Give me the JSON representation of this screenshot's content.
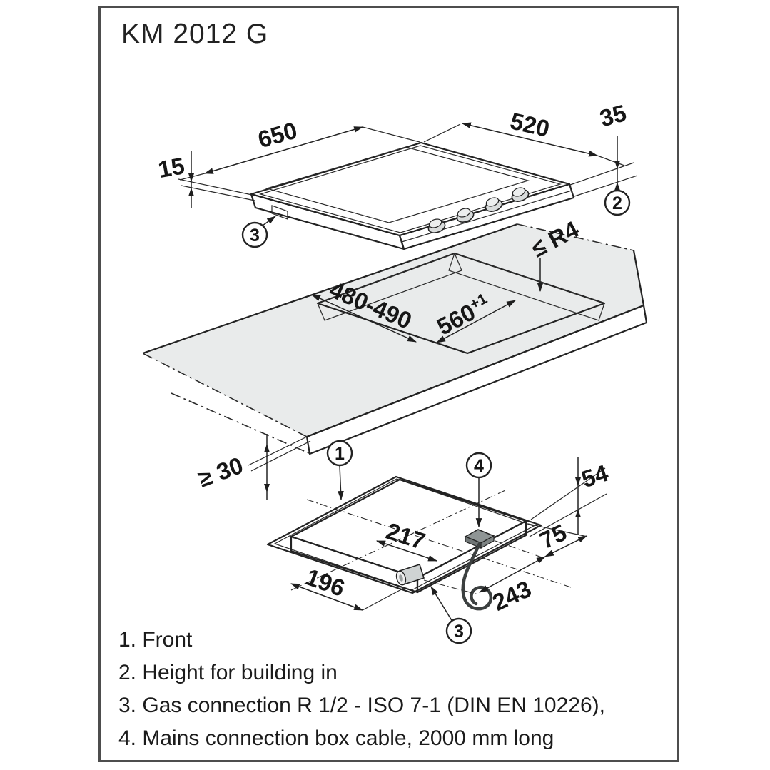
{
  "title": "KM 2012 G",
  "colors": {
    "line": "#232323",
    "worktop_surface": "#e9ebeb",
    "worktop_edge": "#b6baba",
    "cutout_wall": "#a8adad",
    "glass": "#c2c6c6",
    "background": "#ffffff"
  },
  "dims": {
    "hob_width": "650",
    "hob_depth": "520",
    "top_overlap": "15",
    "build_height": "35",
    "cutout_depth": "480-490",
    "cutout_width": "560",
    "cutout_width_tol": "+1",
    "corner_radius": "≤ R4",
    "bottom_clearance": "≥ 30",
    "gas_offset_front": "217",
    "gas_offset_side": "196",
    "box_offset_depth": "243",
    "box_offset_side": "75",
    "body_height": "54"
  },
  "callouts": {
    "front": "1",
    "build_in_height": "2",
    "gas_connection": "3",
    "mains_box": "4"
  },
  "legend": {
    "items": [
      {
        "text": "1. Front"
      },
      {
        "text": "2. Height for building in"
      },
      {
        "text": "3. Gas connection R 1/2 - ISO 7-1 (DIN EN 10226),"
      },
      {
        "text": "4. Mains connection box cable, 2000 mm long"
      }
    ]
  }
}
